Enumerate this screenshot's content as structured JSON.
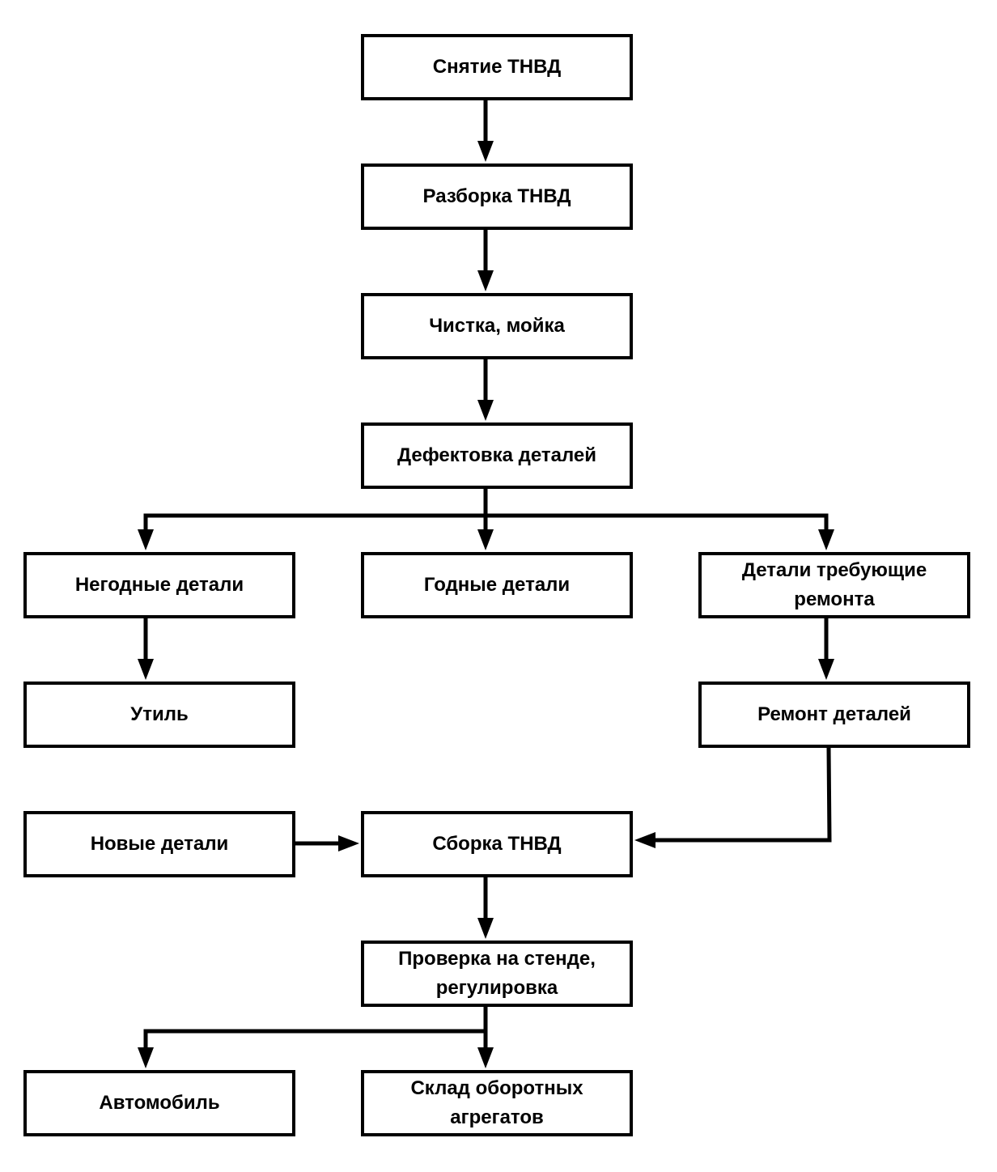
{
  "nodes": {
    "snyatie": "Снятие ТНВД",
    "razborka": "Разборка ТНВД",
    "chistka": "Чистка, мойка",
    "defektovka": "Дефектовка деталей",
    "negodnye": "Негодные детали",
    "godnye": "Годные детали",
    "trebuyushchie": "Детали требующие\nремонта",
    "util": "Утиль",
    "remont": "Ремонт деталей",
    "novye": "Новые детали",
    "sborka": "Сборка ТНВД",
    "proverka": "Проверка на стенде,\nрегулировка",
    "avtomobil": "Автомобиль",
    "sklad": "Склад оборотных\nагрегатов"
  },
  "colors": {
    "line": "#000000",
    "box_border": "#000000",
    "background": "#ffffff"
  }
}
